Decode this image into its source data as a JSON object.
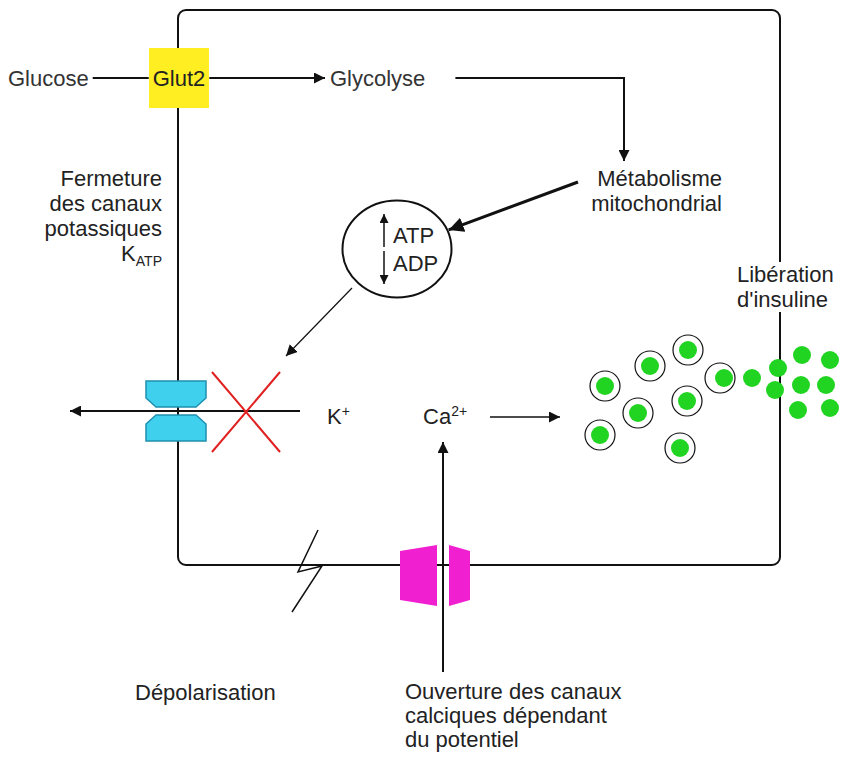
{
  "diagram": {
    "nodes": [
      {
        "text": [
          "Glucose"
        ]
      },
      {
        "text": [
          "Glut2"
        ]
      },
      {
        "text": [
          "Glycolyse"
        ]
      },
      {
        "text": [
          "Métabolisme mitochondrial"
        ]
      },
      {
        "text": [
          "ATP",
          "ADP"
        ]
      }
    ],
    "edges": [
      {
        "from": 0,
        "to": 1,
        "arrow": "none"
      },
      {
        "from": 1,
        "to": 2,
        "arrow": "to"
      },
      {
        "from": 2,
        "to": 3,
        "arrow": "to"
      },
      {
        "from": 3,
        "to": 4,
        "arrow": "to"
      }
    ],
    "labels": [
      "Fermeture des canaux potassiques",
      "K",
      "ATP",
      "K",
      "+",
      "Ca",
      "2+",
      "Libération d'insuline",
      "Dépolarisation",
      "Ouverture des canaux calciques dépendant du potentiel"
    ]
  }
}
